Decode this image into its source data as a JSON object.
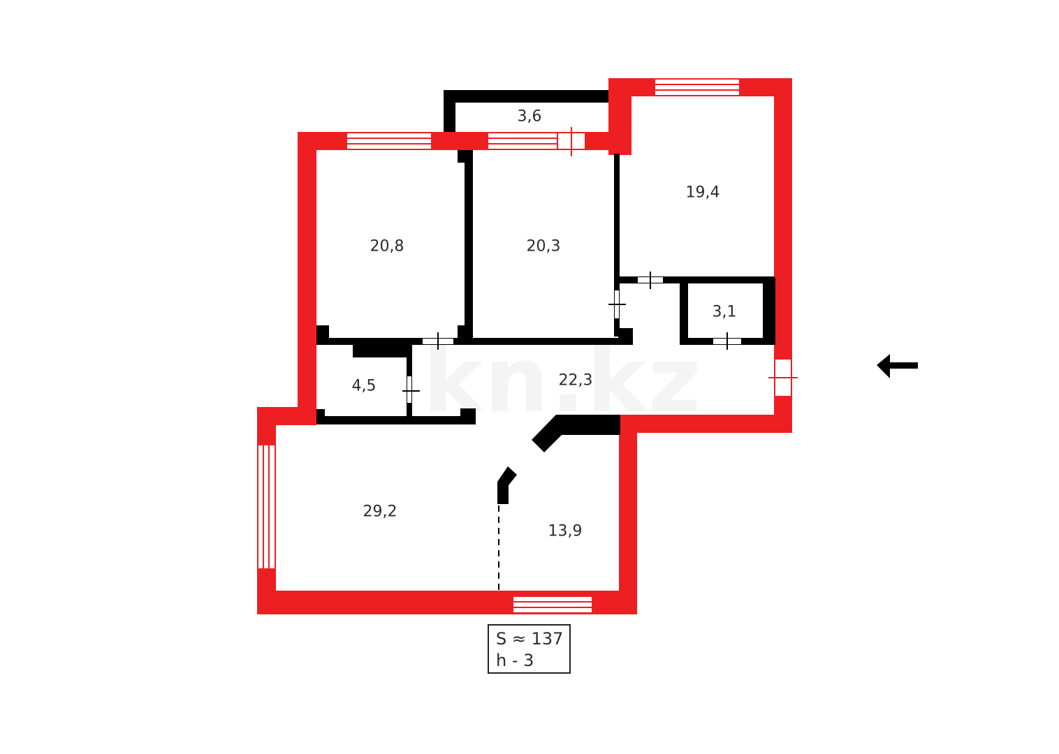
{
  "watermark": "kn.kz",
  "colors": {
    "exterior_wall": "#ee1f23",
    "interior_wall": "#000000",
    "text": "#2b2b2b",
    "background": "#ffffff"
  },
  "rooms": [
    {
      "id": "balcony",
      "area": "3,6"
    },
    {
      "id": "bedroom-left",
      "area": "20,8"
    },
    {
      "id": "bedroom-middle",
      "area": "20,3"
    },
    {
      "id": "bedroom-right",
      "area": "19,4"
    },
    {
      "id": "bathroom",
      "area": "3,1"
    },
    {
      "id": "storage",
      "area": "4,5"
    },
    {
      "id": "hallway",
      "area": "22,3"
    },
    {
      "id": "living-room",
      "area": "29,2"
    },
    {
      "id": "kitchen",
      "area": "13,9"
    }
  ],
  "summary": {
    "area_line": "S ≈ 137",
    "height_line": "h - 3"
  },
  "entrance_arrow": "left-arrow-icon"
}
